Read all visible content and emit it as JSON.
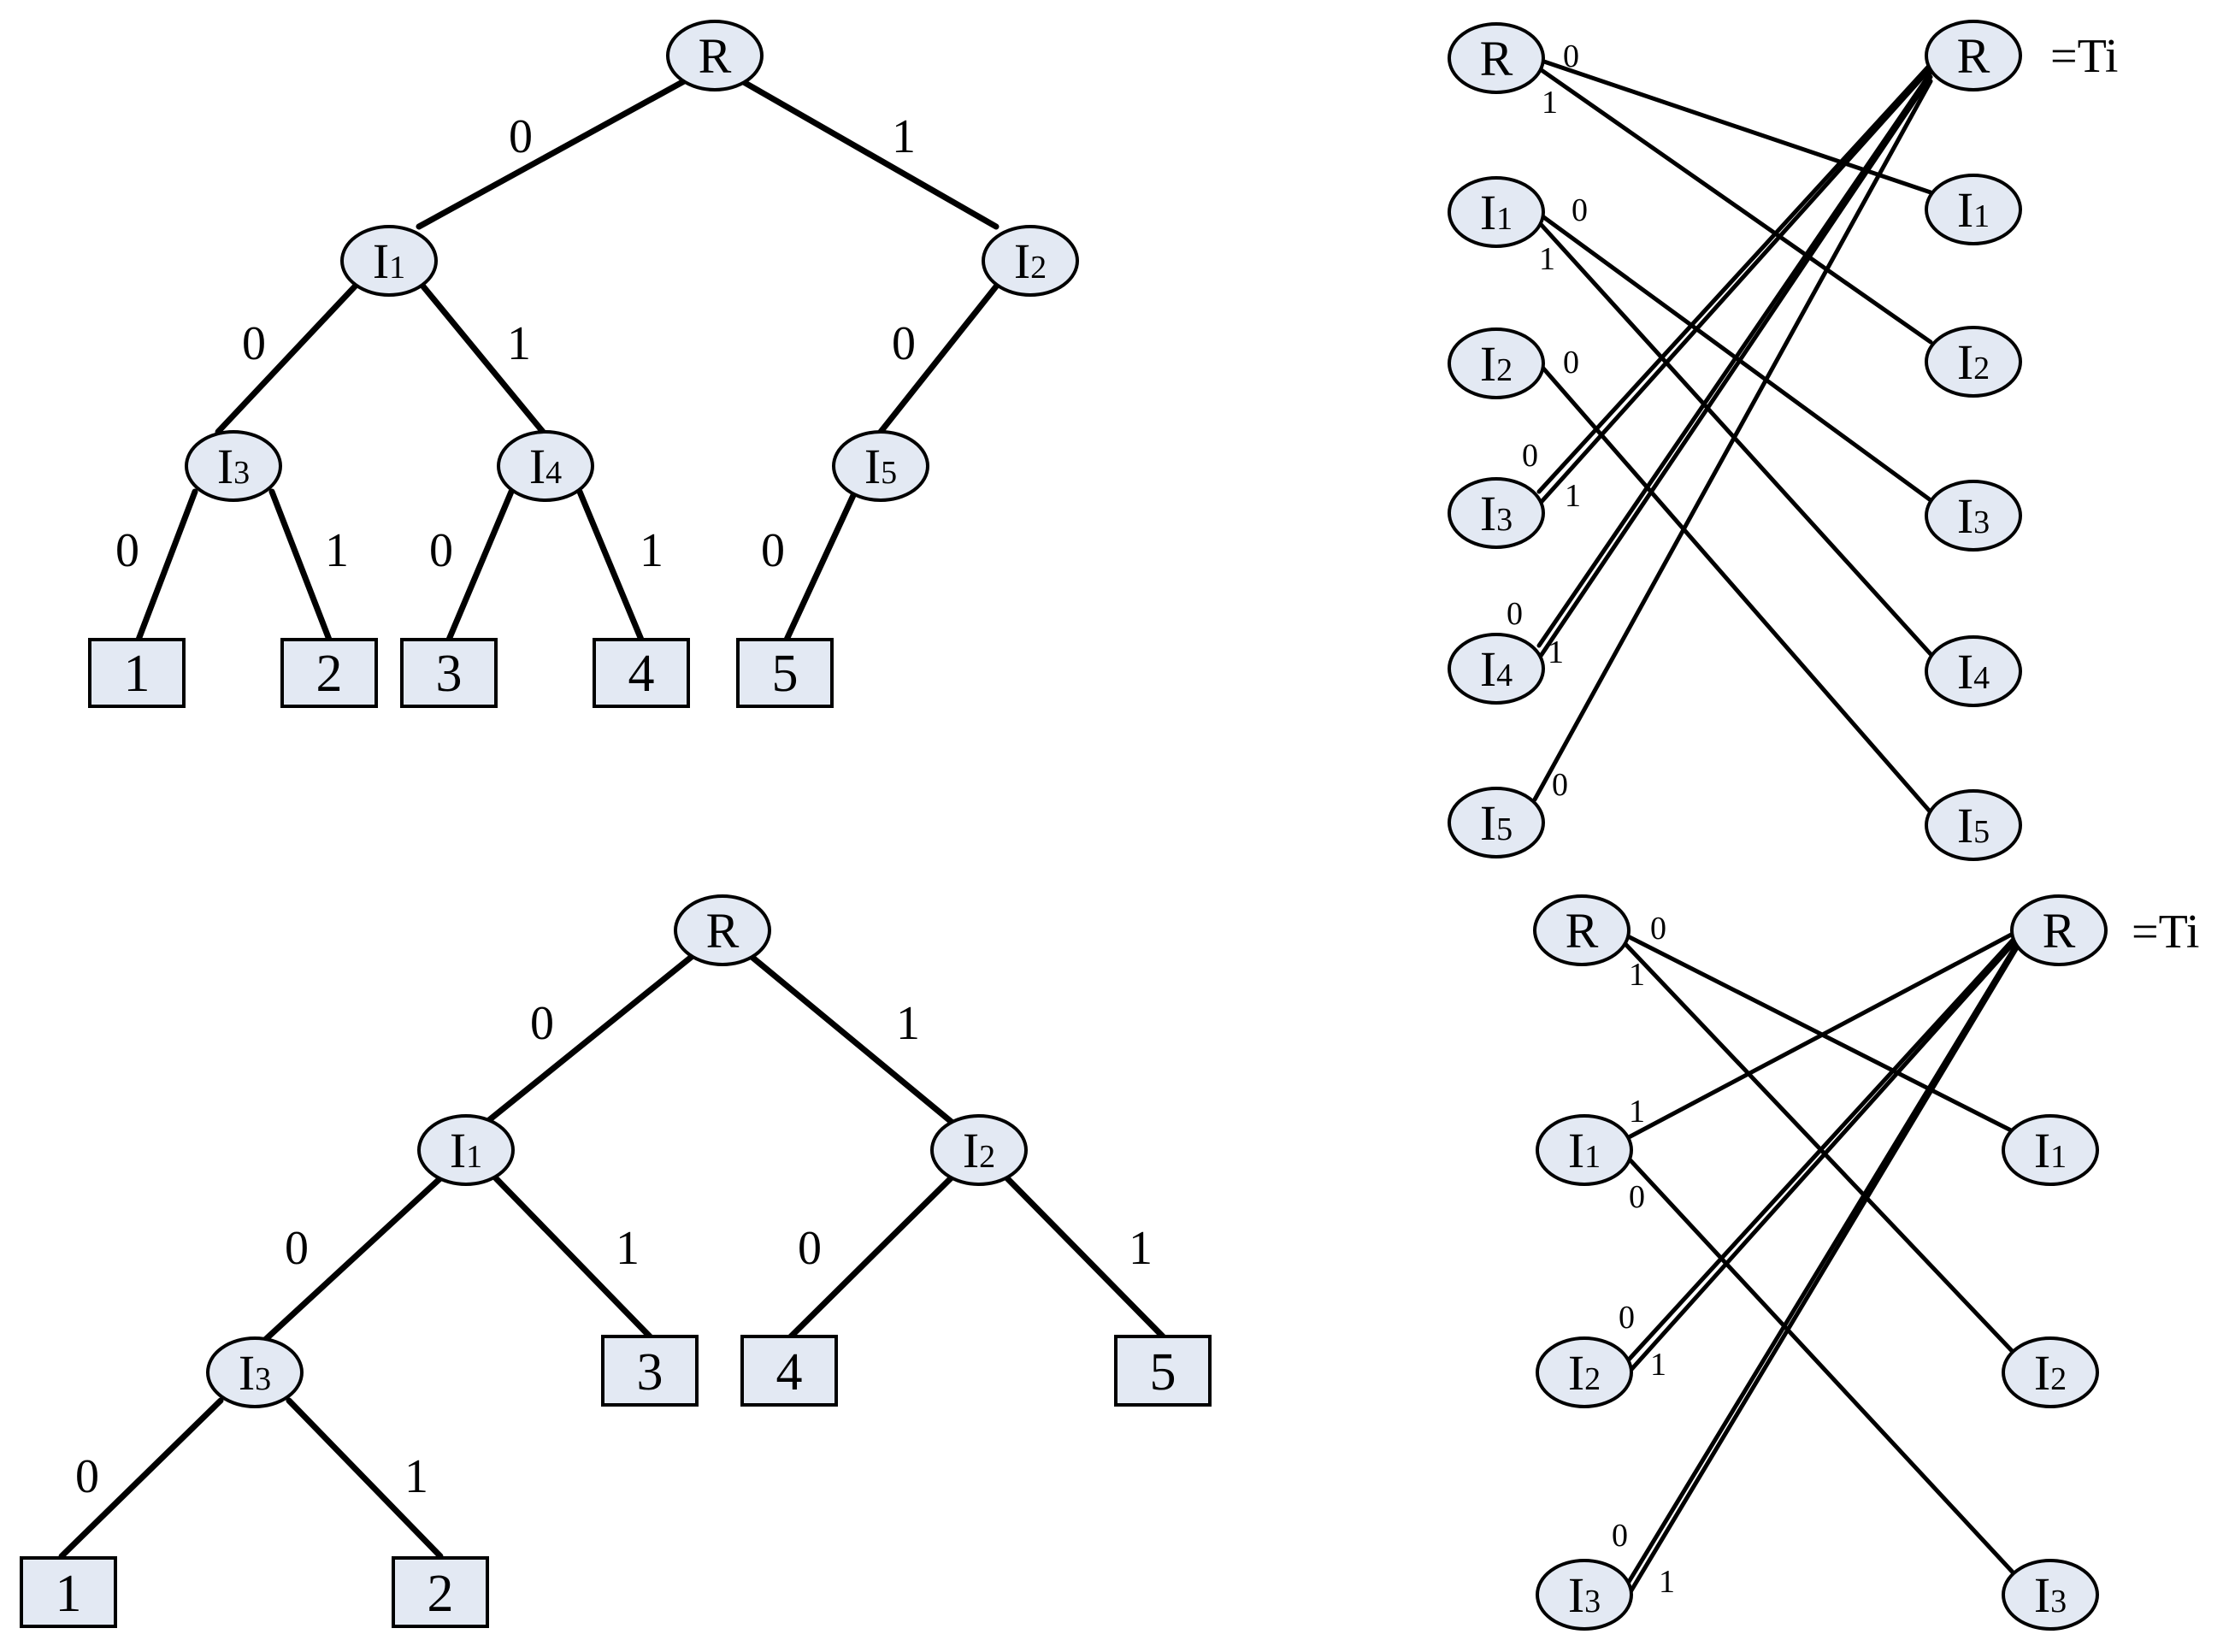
{
  "diagram_top_left": {
    "nodes": {
      "R": {
        "main": "R",
        "sub": ""
      },
      "I1": {
        "main": "I",
        "sub": "1"
      },
      "I2": {
        "main": "I",
        "sub": "2"
      },
      "I3": {
        "main": "I",
        "sub": "3"
      },
      "I4": {
        "main": "I",
        "sub": "4"
      },
      "I5": {
        "main": "I",
        "sub": "5"
      }
    },
    "leaves": [
      "1",
      "2",
      "3",
      "4",
      "5"
    ],
    "edge_labels": {
      "R_I1": "0",
      "R_I2": "1",
      "I1_I3": "0",
      "I1_I4": "1",
      "I2_I5": "0",
      "I3_L1": "0",
      "I3_L2": "1",
      "I4_L3": "0",
      "I4_L4": "1",
      "I5_L5": "0"
    }
  },
  "diagram_bottom_left": {
    "nodes": {
      "R": {
        "main": "R",
        "sub": ""
      },
      "I1": {
        "main": "I",
        "sub": "1"
      },
      "I2": {
        "main": "I",
        "sub": "2"
      },
      "I3": {
        "main": "I",
        "sub": "3"
      }
    },
    "leaves": [
      "1",
      "2",
      "3",
      "4",
      "5"
    ],
    "edge_labels": {
      "R_I1": "0",
      "R_I2": "1",
      "I1_I3": "0",
      "I1_L3": "1",
      "I2_L4": "0",
      "I2_L5": "1",
      "I3_L1": "0",
      "I3_L2": "1"
    }
  },
  "diagram_top_right": {
    "left_nodes": [
      {
        "main": "R",
        "sub": ""
      },
      {
        "main": "I",
        "sub": "1"
      },
      {
        "main": "I",
        "sub": "2"
      },
      {
        "main": "I",
        "sub": "3"
      },
      {
        "main": "I",
        "sub": "4"
      },
      {
        "main": "I",
        "sub": "5"
      }
    ],
    "right_nodes": [
      {
        "main": "R",
        "sub": ""
      },
      {
        "main": "I",
        "sub": "1"
      },
      {
        "main": "I",
        "sub": "2"
      },
      {
        "main": "I",
        "sub": "3"
      },
      {
        "main": "I",
        "sub": "4"
      },
      {
        "main": "I",
        "sub": "5"
      }
    ],
    "right_root_label": "=Ti",
    "port_labels": {
      "R_0": "0",
      "R_1": "1",
      "I1_0": "0",
      "I1_1": "1",
      "I2_0": "0",
      "I3_0": "0",
      "I3_1": "1",
      "I4_0": "0",
      "I4_1": "1",
      "I5_0": "0"
    }
  },
  "diagram_bottom_right": {
    "left_nodes": [
      {
        "main": "R",
        "sub": ""
      },
      {
        "main": "I",
        "sub": "1"
      },
      {
        "main": "I",
        "sub": "2"
      },
      {
        "main": "I",
        "sub": "3"
      }
    ],
    "right_nodes": [
      {
        "main": "R",
        "sub": ""
      },
      {
        "main": "I",
        "sub": "1"
      },
      {
        "main": "I",
        "sub": "2"
      },
      {
        "main": "I",
        "sub": "3"
      }
    ],
    "right_root_label": "=Ti",
    "port_labels": {
      "R_0": "0",
      "R_1": "1",
      "I1_1": "1",
      "I1_0": "0",
      "I2_0": "0",
      "I2_1": "1",
      "I3_0": "0",
      "I3_1": "1"
    }
  }
}
